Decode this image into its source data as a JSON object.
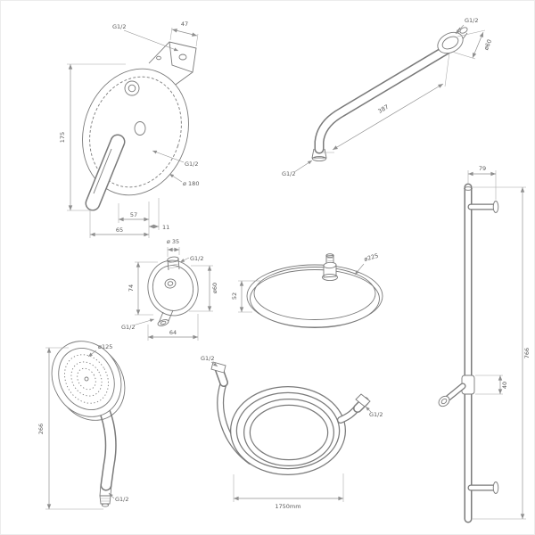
{
  "colors": {
    "background": "#ffffff",
    "line": "#7a7a7a",
    "dimension": "#8f8f8f",
    "text": "#5a5a5a"
  },
  "mixer": {
    "g_top": "G1/2",
    "depth": "47",
    "height": "175",
    "plate_dia": "ø 180",
    "g_side": "G1/2",
    "d57": "57",
    "d11": "11",
    "d65": "65"
  },
  "arm": {
    "g_wall": "G1/2",
    "flange_dia": "ø60",
    "length": "387",
    "g_out": "G1/2"
  },
  "rail": {
    "top_offset": "79",
    "height": "766",
    "holder_len": "40"
  },
  "elbow": {
    "stub_dia": "ø 35",
    "g_top": "G1/2",
    "height": "74",
    "plate_dia": "ø60",
    "g_bot": "G1/2",
    "depth": "64"
  },
  "head": {
    "dia": "ø225",
    "height": "52"
  },
  "hand": {
    "dia": "ø125",
    "length": "266",
    "g": "G1/2"
  },
  "hose": {
    "g_in": "G1/2",
    "g_out": "G1/2",
    "length": "1750mm"
  }
}
